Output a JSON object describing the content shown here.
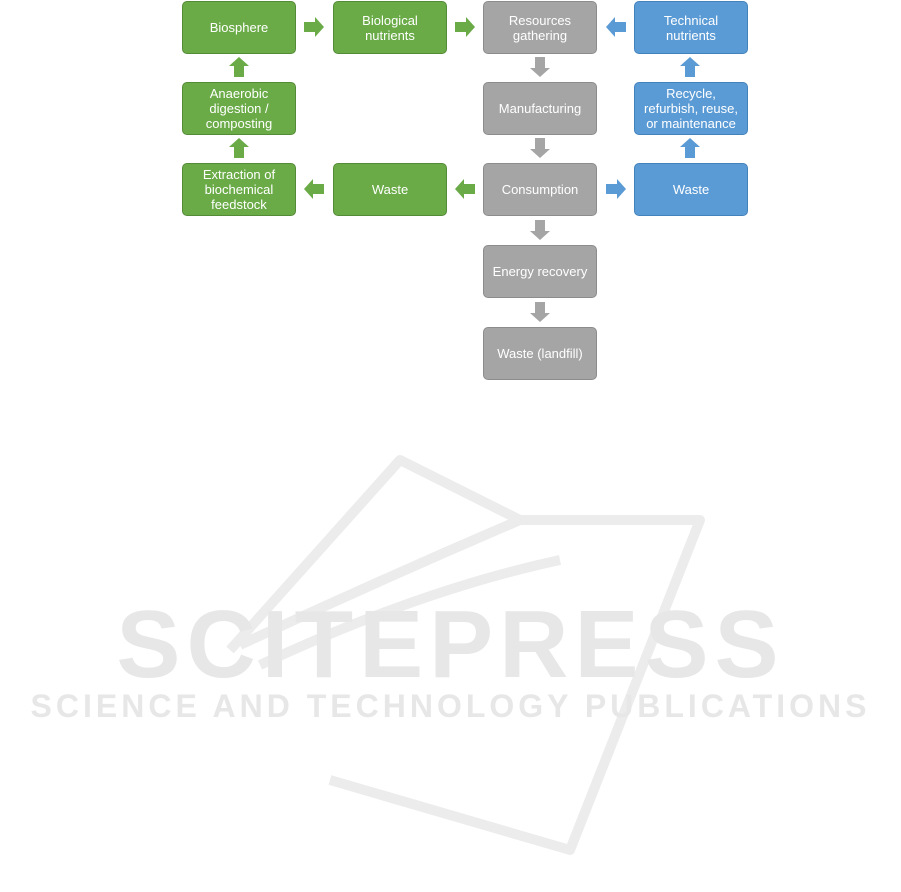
{
  "diagram": {
    "nodes": {
      "biosphere": "Biosphere",
      "biological_nutrients": "Biological\nnutrients",
      "resources_gathering": "Resources\ngathering",
      "technical_nutrients": "Technical\nnutrients",
      "anaerobic": "Anaerobic\ndigestion /\ncomposting",
      "manufacturing": "Manufacturing",
      "recycle": "Recycle,\nrefurbish, reuse,\nor maintenance",
      "extraction": "Extraction of\nbiochemical\nfeedstock",
      "waste_bio": "Waste",
      "consumption": "Consumption",
      "waste_tech": "Waste",
      "energy_recovery": "Energy recovery",
      "waste_landfill": "Waste (landfill)"
    },
    "colors": {
      "biological": "#6aab47",
      "process": "#a5a5a5",
      "technical": "#5b9bd5"
    }
  },
  "watermark": {
    "title": "SCITEPRESS",
    "subtitle": "SCIENCE AND TECHNOLOGY PUBLICATIONS"
  }
}
